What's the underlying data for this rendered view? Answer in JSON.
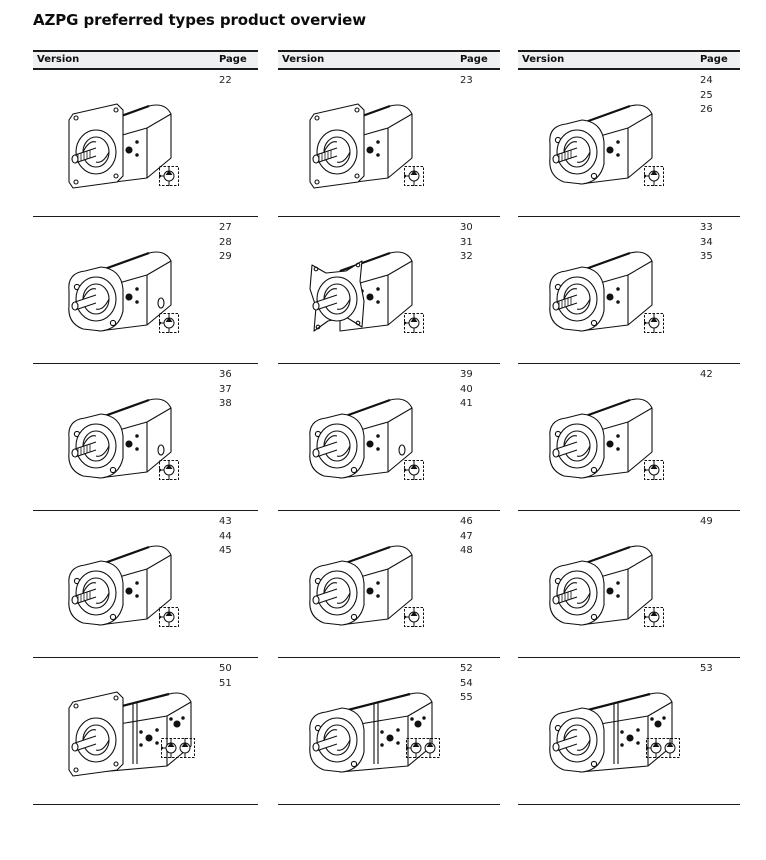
{
  "title": "AZPG preferred types product overview",
  "columns": [
    {
      "header": {
        "version": "Version",
        "page": "Page"
      },
      "rows": [
        {
          "pages": [
            "22"
          ],
          "variant": "square-flange-spline",
          "symbol": "single-pump-symbol"
        },
        {
          "pages": [
            "27",
            "28",
            "29"
          ],
          "variant": "oval-flange-plain-shaft-side-port",
          "symbol": "single-pump-symbol"
        },
        {
          "pages": [
            "36",
            "37",
            "38"
          ],
          "variant": "oval-flange-spline-side-port",
          "symbol": "single-pump-symbol"
        },
        {
          "pages": [
            "43",
            "44",
            "45"
          ],
          "variant": "oval-flange-spline",
          "symbol": "single-pump-symbol"
        },
        {
          "pages": [
            "50",
            "51"
          ],
          "variant": "square-flange-tandem",
          "symbol": "double-pump-symbol"
        }
      ]
    },
    {
      "header": {
        "version": "Version",
        "page": "Page"
      },
      "rows": [
        {
          "pages": [
            "23"
          ],
          "variant": "square-flange-spline-compact",
          "symbol": "single-pump-symbol"
        },
        {
          "pages": [
            "30",
            "31",
            "32"
          ],
          "variant": "four-hole-flange-plain-shaft",
          "symbol": "single-pump-symbol"
        },
        {
          "pages": [
            "39",
            "40",
            "41"
          ],
          "variant": "oval-flange-plain-shaft-side-port",
          "symbol": "single-pump-symbol"
        },
        {
          "pages": [
            "46",
            "47",
            "48"
          ],
          "variant": "oval-flange-plain-shaft",
          "symbol": "single-pump-symbol"
        },
        {
          "pages": [
            "52",
            "54",
            "55"
          ],
          "variant": "oval-flange-tandem",
          "symbol": "double-pump-symbol"
        }
      ]
    },
    {
      "header": {
        "version": "Version",
        "page": "Page"
      },
      "rows": [
        {
          "pages": [
            "24",
            "25",
            "26"
          ],
          "variant": "oval-flange-spline",
          "symbol": "single-pump-symbol"
        },
        {
          "pages": [
            "33",
            "34",
            "35"
          ],
          "variant": "oval-flange-spline",
          "symbol": "single-pump-symbol"
        },
        {
          "pages": [
            "42"
          ],
          "variant": "oval-flange-plain-shaft",
          "symbol": "single-pump-symbol"
        },
        {
          "pages": [
            "49"
          ],
          "variant": "oval-flange-spline",
          "symbol": "single-pump-symbol"
        },
        {
          "pages": [
            "53"
          ],
          "variant": "oval-flange-tandem",
          "symbol": "double-pump-symbol"
        }
      ]
    }
  ],
  "colors": {
    "header_bg": "#eff0f2",
    "rule": "#1a1a1a",
    "text": "#111111"
  }
}
